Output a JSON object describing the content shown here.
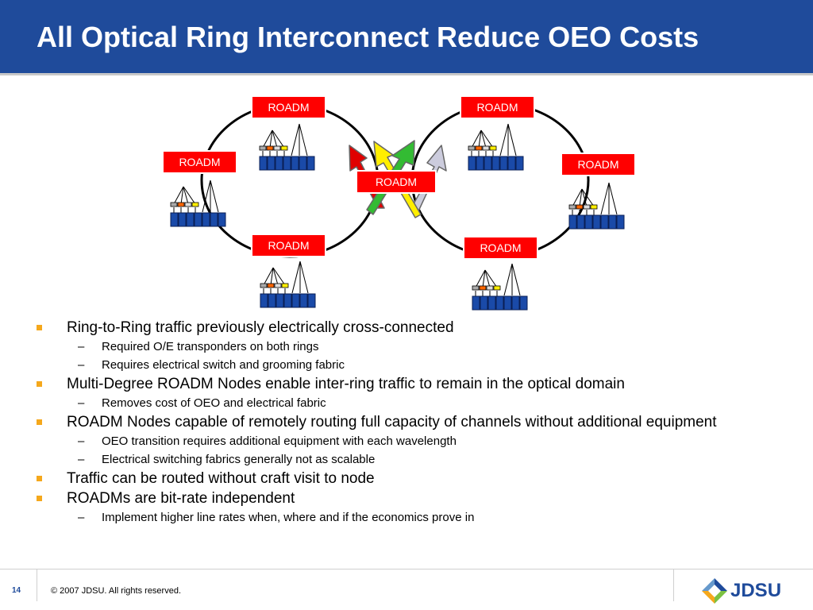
{
  "slide": {
    "title": "All Optical Ring Interconnect Reduce OEO Costs",
    "page_number": "14",
    "copyright": "© 2007 JDSU. All rights reserved.",
    "logo_text": "JDSU"
  },
  "diagram": {
    "node_label": "ROADM",
    "colors": {
      "title_bar": "#1f4b9b",
      "roadm_box": "#ff0000",
      "port_blue": "#1a4aa8",
      "arrow_red": "#e00000",
      "arrow_yellow": "#ffee00",
      "arrow_green": "#33bb33",
      "arrow_lavender": "#ccccdd",
      "bullet": "#f5a81c"
    }
  },
  "bullets": [
    {
      "text": "Ring-to-Ring traffic previously electrically cross-connected",
      "sub": [
        "Required O/E transponders on both rings",
        "Requires electrical switch and grooming fabric"
      ]
    },
    {
      "text": "Multi-Degree ROADM Nodes enable inter-ring traffic to remain in the optical domain",
      "sub": [
        "Removes cost of OEO and electrical fabric"
      ]
    },
    {
      "text": "ROADM Nodes capable of remotely routing full capacity of channels without additional equipment",
      "sub": [
        "OEO transition requires additional equipment with each wavelength",
        "Electrical switching fabrics generally not as scalable"
      ]
    },
    {
      "text": "Traffic can be routed without craft visit to node",
      "sub": []
    },
    {
      "text": "ROADMs are bit-rate independent",
      "sub": [
        "Implement higher line rates when, where and if the economics prove in"
      ]
    }
  ]
}
